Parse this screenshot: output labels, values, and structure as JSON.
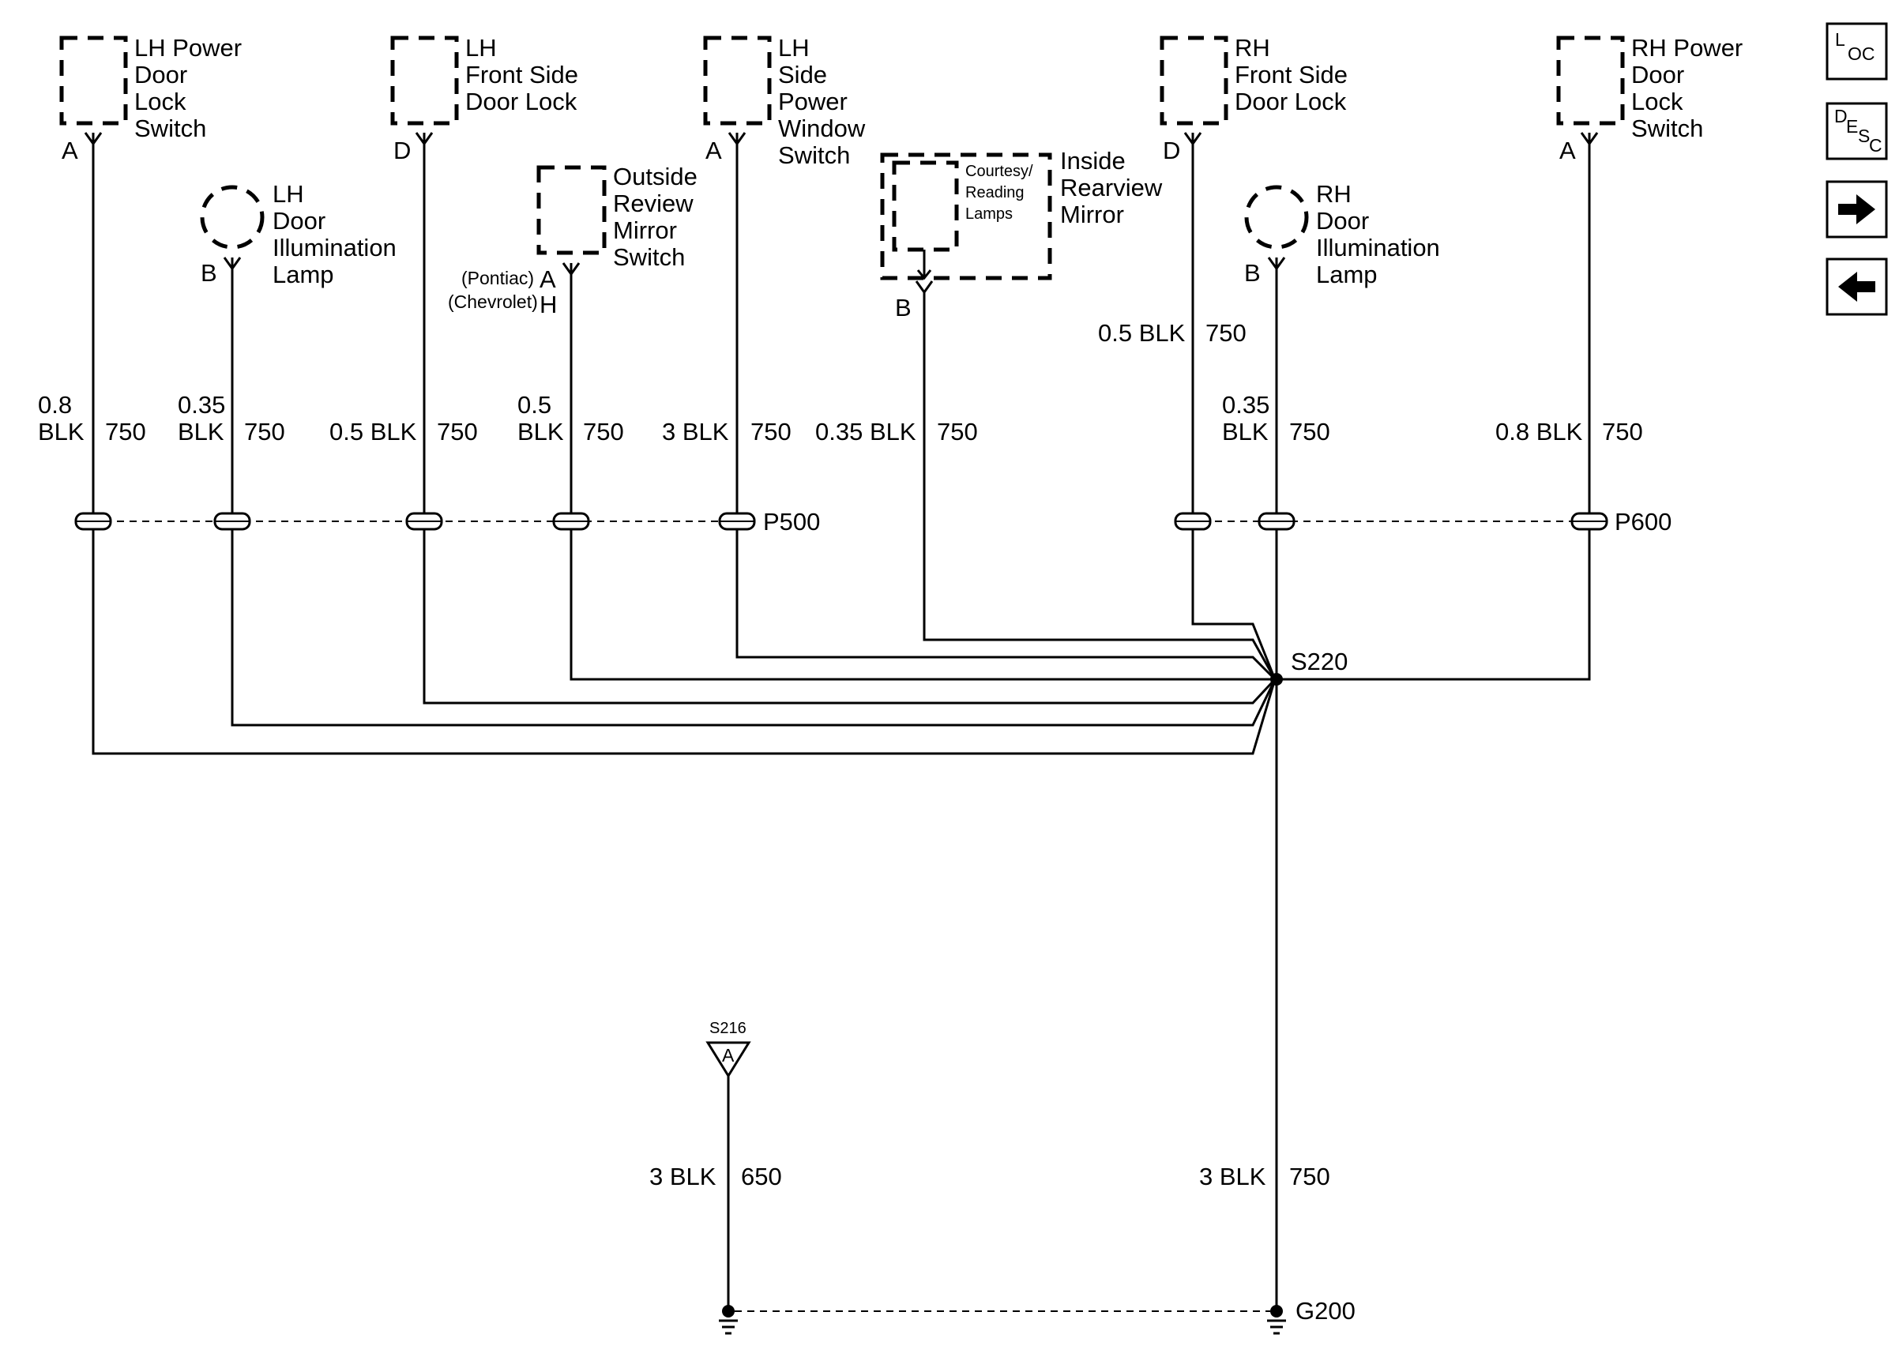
{
  "components": {
    "lh_power_door_lock_switch": [
      "LH Power",
      "Door",
      "Lock",
      "Switch"
    ],
    "lh_front_side_door_lock": [
      "LH",
      "Front Side",
      "Door Lock"
    ],
    "lh_side_power_window_switch": [
      "LH",
      "Side",
      "Power",
      "Window",
      "Switch"
    ],
    "lh_door_illumination_lamp": [
      "LH",
      "Door",
      "Illumination",
      "Lamp"
    ],
    "outside_review_mirror_switch": [
      "Outside",
      "Review",
      "Mirror",
      "Switch"
    ],
    "inside_rearview_mirror": [
      "Inside",
      "Rearview",
      "Mirror"
    ],
    "courtesy_reading_lamps": [
      "Courtesy/",
      "Reading",
      "Lamps"
    ],
    "rh_front_side_door_lock": [
      "RH",
      "Front Side",
      "Door Lock"
    ],
    "rh_door_illumination_lamp": [
      "RH",
      "Door",
      "Illumination",
      "Lamp"
    ],
    "rh_power_door_lock_switch": [
      "RH Power",
      "Door",
      "Lock",
      "Switch"
    ]
  },
  "pins": {
    "lh_power_door_lock_switch": "A",
    "lh_door_illumination_lamp": "B",
    "lh_front_side_door_lock": "D",
    "outside_mirror_pontiac": "A",
    "outside_mirror_chevrolet": "H",
    "lh_side_power_window_switch": "A",
    "inside_rearview_mirror": "B",
    "rh_front_side_door_lock": "D",
    "rh_door_illumination_lamp": "B",
    "rh_power_door_lock_switch": "A"
  },
  "variants": {
    "pontiac": "(Pontiac)",
    "chevrolet": "(Chevrolet)"
  },
  "wires": {
    "w1": {
      "size": "0.8",
      "color": "BLK",
      "circuit": "750"
    },
    "w2": {
      "size": "0.35",
      "color": "BLK",
      "circuit": "750"
    },
    "w3": {
      "label": "0.5 BLK",
      "circuit": "750"
    },
    "w4": {
      "size": "0.5",
      "color": "BLK",
      "circuit": "750"
    },
    "w5": {
      "label": "3 BLK",
      "circuit": "750"
    },
    "w6": {
      "label": "0.35 BLK",
      "circuit": "750"
    },
    "w7": {
      "label": "0.5 BLK",
      "circuit": "750"
    },
    "w8": {
      "size": "0.35",
      "color": "BLK",
      "circuit": "750"
    },
    "w9": {
      "label": "0.8 BLK",
      "circuit": "750"
    },
    "ground_650": {
      "label": "3 BLK",
      "circuit": "650"
    },
    "ground_750": {
      "label": "3 BLK",
      "circuit": "750"
    }
  },
  "connectors": {
    "p500": "P500",
    "p600": "P600"
  },
  "splices": {
    "s220": "S220",
    "s216": "S216",
    "s216_pin": "A"
  },
  "grounds": {
    "g200": "G200"
  },
  "nav": {
    "loc": {
      "big": "L",
      "small": "OC"
    },
    "desc": {
      "big": "D",
      "small": "E",
      "small2": "S",
      "small3": "C"
    },
    "next_icon": "right-arrow-icon",
    "prev_icon": "left-arrow-icon"
  }
}
